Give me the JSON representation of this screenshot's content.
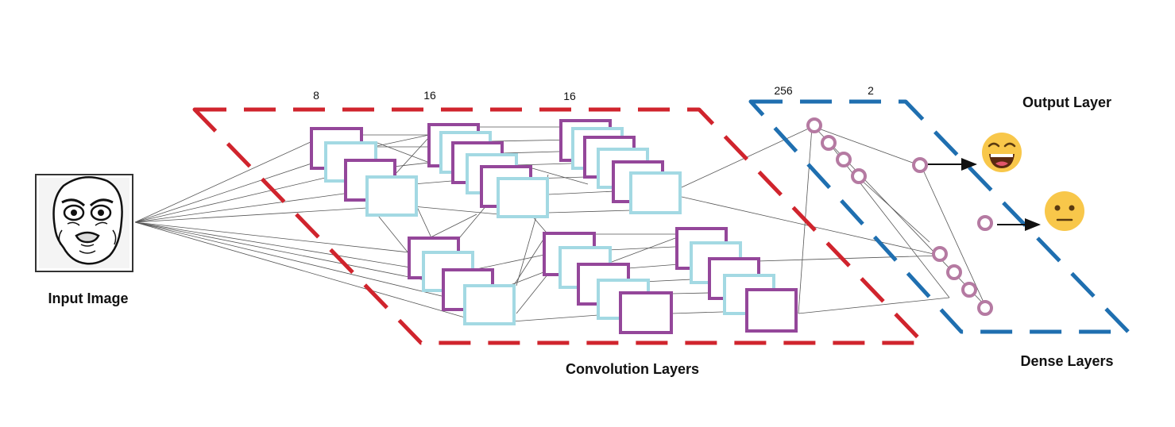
{
  "labels": {
    "input": "Input Image",
    "convolution": "Convolution Layers",
    "output": "Output Layer",
    "dense": "Dense Layers"
  },
  "counts": {
    "conv1": "8",
    "conv2": "16",
    "conv3": "16",
    "dense1": "256",
    "dense2": "2"
  },
  "icons": {
    "input_face": "rage-face-icon",
    "happy": "laughing-emoji-icon",
    "neutral": "neutral-emoji-icon"
  },
  "colors": {
    "conv_region": "#d0242d",
    "dense_region": "#1f6fb0",
    "filter_purple": "#94479a",
    "filter_cyan": "#a3d9e3",
    "neuron": "#b57aa2",
    "emoji": "#f8c74a"
  }
}
